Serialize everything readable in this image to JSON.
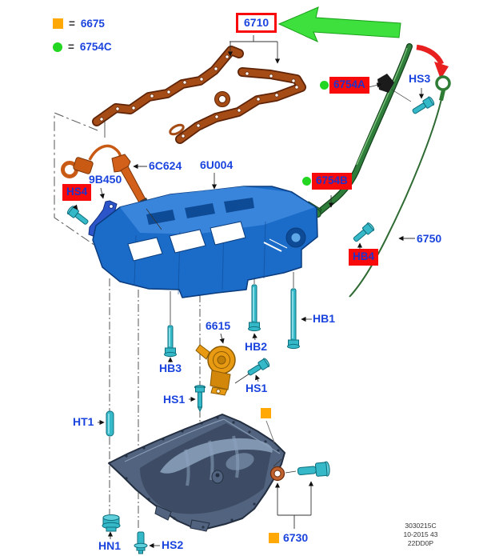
{
  "legend": {
    "eq": "=",
    "items": [
      {
        "code": "6675",
        "marker": "orange-square",
        "color": "#FFA806"
      },
      {
        "code": "6754C",
        "marker": "green-dot",
        "color": "#22D622"
      }
    ]
  },
  "callouts": {
    "gasket": "6710",
    "tube_upper": "6754A",
    "hs3": "HS3",
    "sensor": "6C624",
    "block": "6U004",
    "bracket": "9B450",
    "hs4": "HS4",
    "tube_lower": "6754B",
    "hb4": "HB4",
    "dipstick": "6750",
    "pickup": "6615",
    "hb2": "HB2",
    "hb3": "HB3",
    "hb1": "HB1",
    "hs1_left": "HS1",
    "hs1_right": "HS1",
    "ht1": "HT1",
    "hn1": "HN1",
    "hs2": "HS2",
    "drain": "6730"
  },
  "footer": {
    "line1": "3030215C",
    "line2": "10-2015 43",
    "line3": "22DD0P"
  },
  "colors": {
    "callout_blue": "#1A44DD",
    "highlight_red": "#F80A0A",
    "legend_orange": "#FFA806",
    "legend_green": "#22D622",
    "arrow_green": "#3EE03E",
    "arrow_red": "#E82020",
    "block_blue": "#1B6CC8",
    "pan_gray_blue": "#51637E",
    "hardware_teal": "#35B9C9",
    "gasket_rust": "#A54C16",
    "pickup_orange": "#E89A12",
    "tube_green": "#2F7D3B"
  }
}
